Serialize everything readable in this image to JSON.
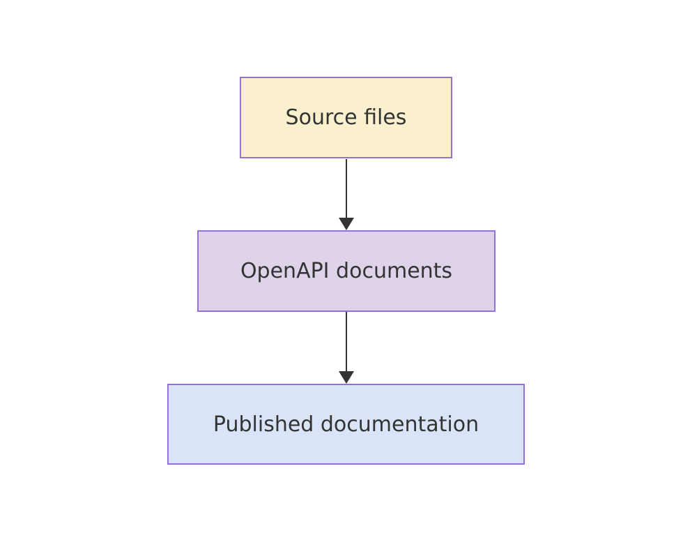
{
  "diagram": {
    "type": "flowchart",
    "direction": "top-down",
    "background_color": "#FFFFFF",
    "nodes": [
      {
        "id": "source-files",
        "label": "Source files",
        "fill": "#FAF0CD",
        "border": "#9370DB",
        "text_color": "#333333",
        "shape": "rectangle"
      },
      {
        "id": "openapi-documents",
        "label": "OpenAPI documents",
        "fill": "#DED3E8",
        "border": "#9370DB",
        "text_color": "#333333",
        "shape": "rectangle"
      },
      {
        "id": "published-documentation",
        "label": "Published documentation",
        "fill": "#DAE4F8",
        "border": "#9370DB",
        "text_color": "#333333",
        "shape": "rectangle"
      }
    ],
    "edges": [
      {
        "from": "source-files",
        "to": "openapi-documents",
        "color": "#333333",
        "style": "solid-arrow",
        "label": ""
      },
      {
        "from": "openapi-documents",
        "to": "published-documentation",
        "color": "#333333",
        "style": "solid-arrow",
        "label": ""
      }
    ]
  }
}
